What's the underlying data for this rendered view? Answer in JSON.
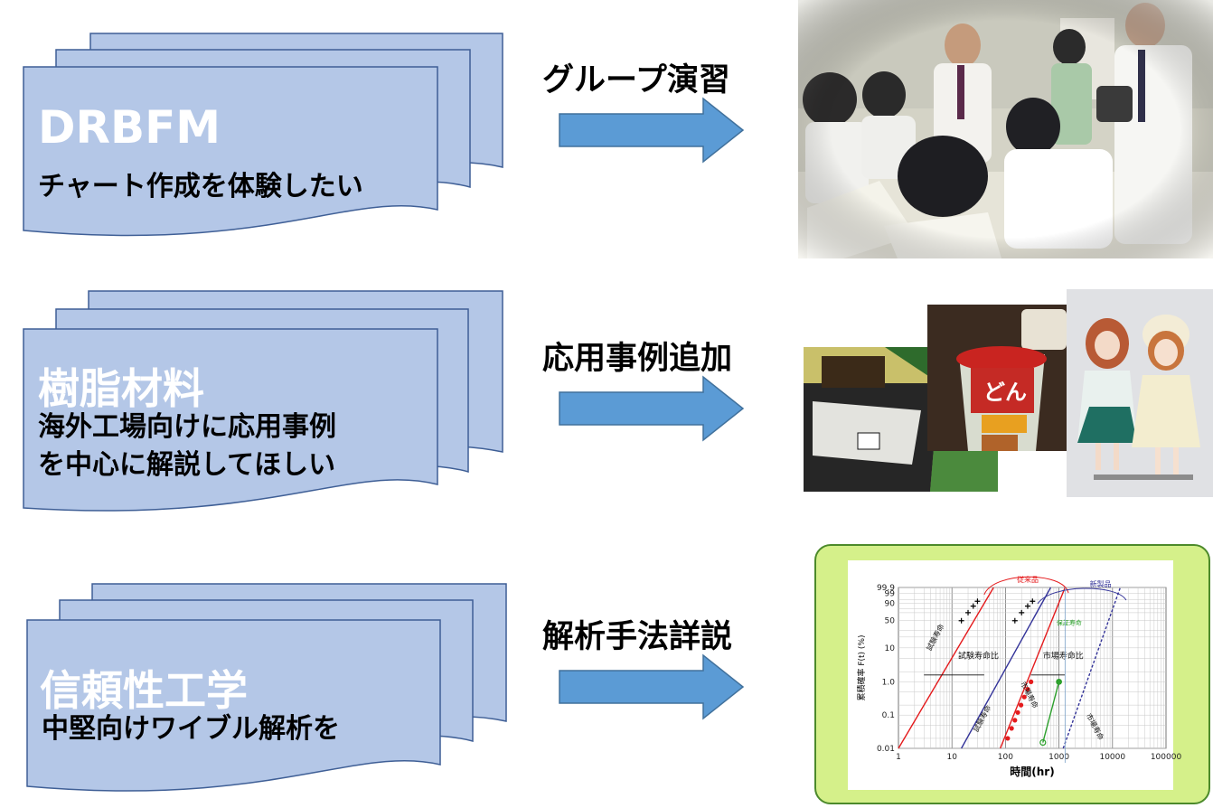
{
  "rows": [
    {
      "title": "DRBFM",
      "subtitle": [
        "チャート作成を体験したい"
      ],
      "action": "グループ演習",
      "image": "group-exercise-photo"
    },
    {
      "title": "樹脂材料",
      "subtitle": [
        "海外工場向けに応用事例",
        "を中心に解説してほしい"
      ],
      "action": "応用事例追加",
      "image": "resin-product-photos"
    },
    {
      "title": "信頼性工学",
      "subtitle": [
        "中堅向けワイブル解析を"
      ],
      "action": "解析手法詳説",
      "image": "weibull-chart"
    }
  ],
  "colors": {
    "doc_fill": "#b4c7e7",
    "doc_stroke": "#3f5f96",
    "arrow": "#5b9bd5",
    "arrow_stroke": "#41719c",
    "chart_frame": "#d5f08a",
    "chart_frame_border": "#4c8a2b"
  },
  "chart_data": {
    "type": "scatter",
    "xscale": "log",
    "xlim": [
      1,
      100000
    ],
    "xticks": [
      "1",
      "10",
      "100",
      "1000",
      "10000",
      "100000"
    ],
    "yticks": [
      "99.9",
      "99",
      "90",
      "50",
      "10",
      "1.0",
      "0.1",
      "0.01"
    ],
    "xlabel": "時間(hr)",
    "ylabel": "累積確率  F(t)  (%)",
    "labels": {
      "old_product": "従来品",
      "new_product": "新製品",
      "test_life_ratio": "試験寿命比",
      "field_life_ratio": "市場寿命比",
      "test_life": "試験寿命",
      "field_life": "市場寿命",
      "guarantee_life": "保証寿命"
    },
    "series": [
      {
        "color": "#e41a1c",
        "style": "line",
        "points": [
          [
            1,
            0.01
          ],
          [
            60,
            99.9
          ]
        ]
      },
      {
        "color": "#333399",
        "style": "line",
        "points": [
          [
            15,
            0.01
          ],
          [
            700,
            99.9
          ]
        ]
      },
      {
        "color": "#e41a1c",
        "style": "line",
        "points": [
          [
            80,
            0.01
          ],
          [
            1300,
            99.9
          ]
        ]
      },
      {
        "color": "#333399",
        "style": "dashed",
        "points": [
          [
            1200,
            0.01
          ],
          [
            14000,
            99.9
          ]
        ]
      },
      {
        "color": "#000000",
        "style": "markers",
        "points": [
          [
            15,
            50
          ],
          [
            20,
            70
          ],
          [
            25,
            85
          ],
          [
            30,
            93
          ]
        ]
      },
      {
        "color": "#000000",
        "style": "markers",
        "points": [
          [
            150,
            50
          ],
          [
            200,
            70
          ],
          [
            260,
            85
          ],
          [
            320,
            93
          ]
        ]
      },
      {
        "color": "#e41a1c",
        "style": "markers",
        "points": [
          [
            110,
            0.02
          ],
          [
            130,
            0.04
          ],
          [
            150,
            0.07
          ],
          [
            170,
            0.12
          ],
          [
            195,
            0.2
          ],
          [
            225,
            0.35
          ],
          [
            260,
            0.6
          ],
          [
            300,
            1.0
          ]
        ]
      },
      {
        "color": "#2ca02c",
        "style": "segment",
        "points": [
          [
            500,
            0.015
          ],
          [
            1000,
            1.0
          ]
        ]
      }
    ]
  }
}
